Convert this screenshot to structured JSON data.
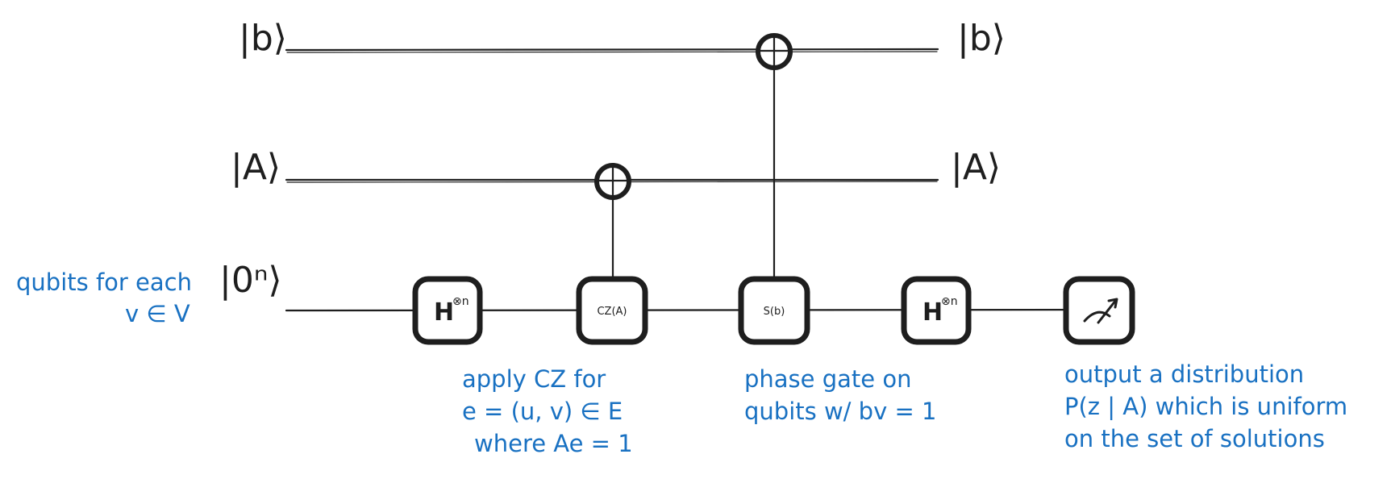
{
  "kets": {
    "b_left": "|b⟩",
    "b_right": "|b⟩",
    "A_left": "|A⟩",
    "A_right": "|A⟩",
    "zero": "|0ⁿ⟩"
  },
  "gates": {
    "hadamard_1": "H⊗n",
    "cz": "CZ(A)",
    "phase": "S(b)",
    "hadamard_2": "H⊗n",
    "measure": "measurement-meter-icon"
  },
  "notes": {
    "qubits": [
      "qubits for each",
      "v ∈ V"
    ],
    "cz": [
      "apply CZ for",
      "e = (u, v) ∈ E",
      "where Ae = 1"
    ],
    "phase": [
      "phase gate on",
      "qubits w/ bv = 1"
    ],
    "output": [
      "output a distribution",
      "P(z | A) which is uniform",
      "on the set of solutions"
    ]
  },
  "colors": {
    "ink": "#1e1e1e",
    "annotation": "#1971c2"
  }
}
